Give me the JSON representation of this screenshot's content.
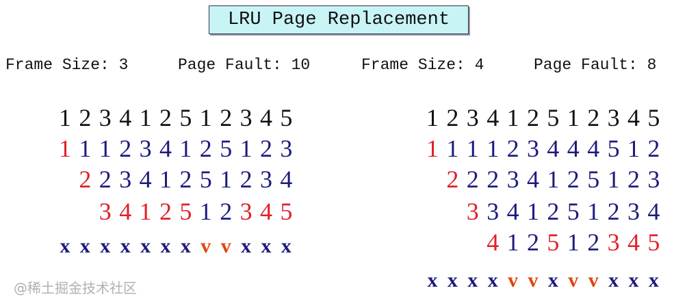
{
  "title": "LRU Page Replacement",
  "colors": {
    "text": "#111111",
    "blue": "#1c1a7e",
    "red": "#e0202a",
    "hit": "#e24410"
  },
  "panels": [
    {
      "frame_size_label": "Frame Size: 3",
      "page_fault_label": "Page Fault: 10",
      "reference_string": [
        1,
        2,
        3,
        4,
        1,
        2,
        5,
        1,
        2,
        3,
        4,
        5
      ],
      "frames": [
        {
          "values": [
            1,
            1,
            1,
            2,
            3,
            4,
            1,
            2,
            5,
            1,
            2,
            3
          ],
          "colors": [
            "r",
            "b",
            "b",
            "b",
            "b",
            "b",
            "b",
            "b",
            "b",
            "b",
            "b",
            "b"
          ]
        },
        {
          "values": [
            null,
            2,
            2,
            3,
            4,
            1,
            2,
            5,
            1,
            2,
            3,
            4
          ],
          "colors": [
            null,
            "r",
            "b",
            "b",
            "b",
            "b",
            "b",
            "b",
            "b",
            "b",
            "b",
            "b"
          ]
        },
        {
          "values": [
            null,
            null,
            3,
            4,
            1,
            2,
            5,
            1,
            2,
            3,
            4,
            5
          ],
          "colors": [
            null,
            null,
            "r",
            "r",
            "r",
            "r",
            "r",
            "b",
            "b",
            "r",
            "r",
            "r"
          ]
        }
      ],
      "results": [
        "x",
        "x",
        "x",
        "x",
        "x",
        "x",
        "x",
        "v",
        "v",
        "x",
        "x",
        "x"
      ]
    },
    {
      "frame_size_label": "Frame Size: 4",
      "page_fault_label": "Page Fault: 8",
      "reference_string": [
        1,
        2,
        3,
        4,
        1,
        2,
        5,
        1,
        2,
        3,
        4,
        5
      ],
      "frames": [
        {
          "values": [
            1,
            1,
            1,
            1,
            2,
            3,
            4,
            4,
            4,
            5,
            1,
            2
          ],
          "colors": [
            "r",
            "b",
            "b",
            "b",
            "b",
            "b",
            "b",
            "b",
            "b",
            "b",
            "b",
            "b"
          ]
        },
        {
          "values": [
            null,
            2,
            2,
            2,
            3,
            4,
            1,
            2,
            5,
            1,
            2,
            3
          ],
          "colors": [
            null,
            "r",
            "b",
            "b",
            "b",
            "b",
            "b",
            "b",
            "b",
            "b",
            "b",
            "b"
          ]
        },
        {
          "values": [
            null,
            null,
            3,
            3,
            4,
            1,
            2,
            5,
            1,
            2,
            3,
            4
          ],
          "colors": [
            null,
            null,
            "r",
            "b",
            "b",
            "b",
            "b",
            "b",
            "b",
            "b",
            "b",
            "b"
          ]
        },
        {
          "values": [
            null,
            null,
            null,
            4,
            1,
            2,
            5,
            1,
            2,
            3,
            4,
            5
          ],
          "colors": [
            null,
            null,
            null,
            "r",
            "b",
            "b",
            "r",
            "b",
            "b",
            "r",
            "r",
            "r"
          ]
        }
      ],
      "results": [
        "x",
        "x",
        "x",
        "x",
        "v",
        "v",
        "x",
        "v",
        "v",
        "x",
        "x",
        "x"
      ]
    }
  ],
  "watermark": "@稀土掘金技术社区"
}
